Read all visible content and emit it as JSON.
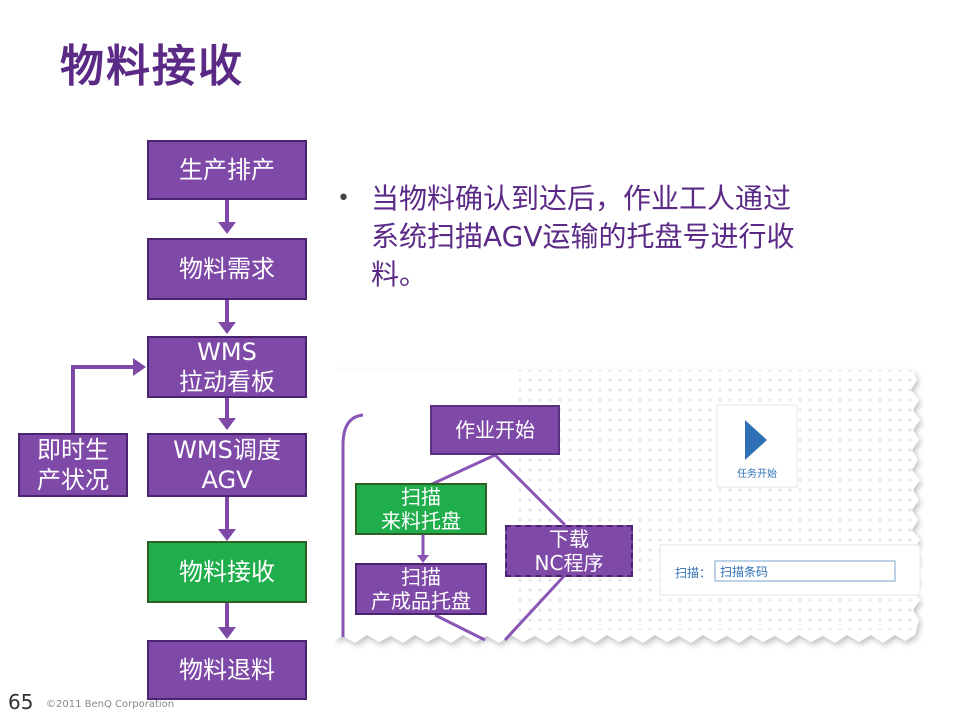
{
  "slide": {
    "title": "物料接收",
    "page_number": "65",
    "copyright": "©2011 BenQ Corporation"
  },
  "flow": {
    "steps": [
      {
        "label": "生产排产"
      },
      {
        "label": "物料需求"
      },
      {
        "label": "WMS 拉动看板",
        "line1": "WMS",
        "line2": "拉动看板"
      },
      {
        "label": "WMS调度 AGV",
        "line1": "WMS调度",
        "line2": "AGV"
      },
      {
        "label": "物料接收",
        "highlight": true
      },
      {
        "label": "物料退料"
      }
    ],
    "side_box": {
      "line1": "即时生",
      "line2": "产状况"
    },
    "colors": {
      "box": "#7f49a8",
      "highlight": "#1fae4b"
    }
  },
  "bullet": {
    "line1": "当物料确认到达后，作业工人通过",
    "line2": "系统扫描AGV运输的托盘号进行收",
    "line3": "料。"
  },
  "screenshot": {
    "start_box": "作业开始",
    "scan_box": {
      "line1": "扫描",
      "line2": "来料托盘"
    },
    "scan_product_box": {
      "line1": "扫描",
      "line2": "产成品托盘"
    },
    "download_box": {
      "line1": "下载",
      "line2": "NC程序"
    },
    "task_button_label": "任务开始",
    "scan_label": "扫描：",
    "scan_input_placeholder": "扫描条码"
  }
}
